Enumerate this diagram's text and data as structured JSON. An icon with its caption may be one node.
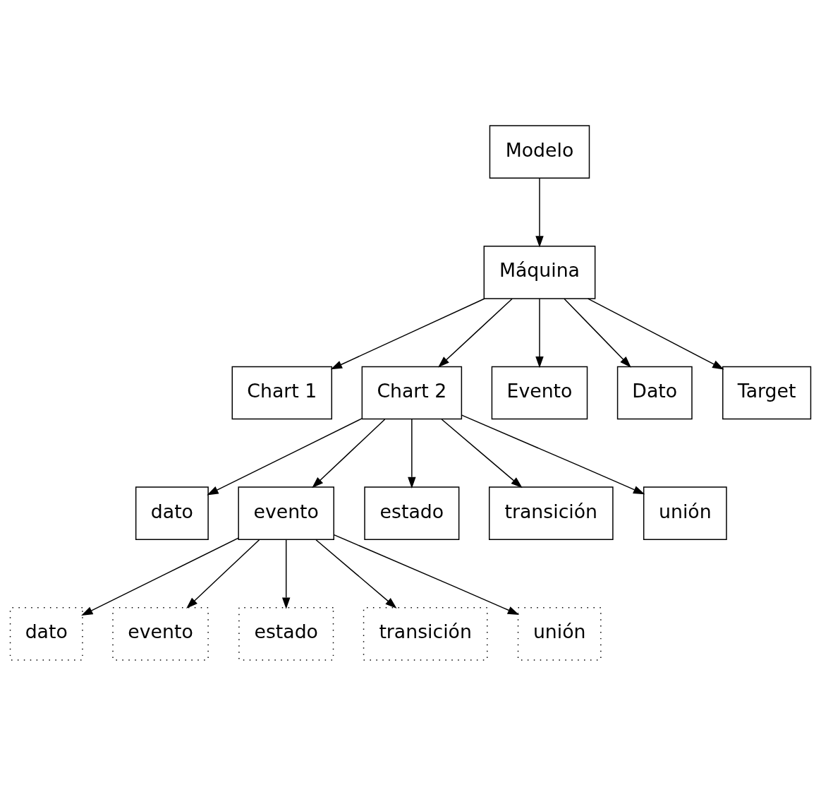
{
  "diagram": {
    "nodes": [
      {
        "text": [
          "Modelo"
        ]
      },
      {
        "text": [
          "Máquina"
        ]
      },
      {
        "text": [
          "Chart 1"
        ]
      },
      {
        "text": [
          "Chart 2"
        ]
      },
      {
        "text": [
          "Evento"
        ]
      },
      {
        "text": [
          "Dato"
        ]
      },
      {
        "text": [
          "Target"
        ]
      },
      {
        "text": [
          "dato"
        ]
      },
      {
        "text": [
          "evento"
        ]
      },
      {
        "text": [
          "estado"
        ]
      },
      {
        "text": [
          "transición"
        ]
      },
      {
        "text": [
          "unión"
        ]
      },
      {
        "text": [
          "dato"
        ]
      },
      {
        "text": [
          "evento"
        ]
      },
      {
        "text": [
          "estado"
        ]
      },
      {
        "text": [
          "transición"
        ]
      },
      {
        "text": [
          "unión"
        ]
      }
    ],
    "edges": [
      {
        "from": 0,
        "to": 1,
        "arrow": "to"
      },
      {
        "from": 1,
        "to": 2,
        "arrow": "to"
      },
      {
        "from": 1,
        "to": 3,
        "arrow": "to"
      },
      {
        "from": 1,
        "to": 4,
        "arrow": "to"
      },
      {
        "from": 1,
        "to": 5,
        "arrow": "to"
      },
      {
        "from": 1,
        "to": 6,
        "arrow": "to"
      },
      {
        "from": 3,
        "to": 7,
        "arrow": "to"
      },
      {
        "from": 3,
        "to": 8,
        "arrow": "to"
      },
      {
        "from": 3,
        "to": 9,
        "arrow": "to"
      },
      {
        "from": 3,
        "to": 10,
        "arrow": "to"
      },
      {
        "from": 3,
        "to": 11,
        "arrow": "to"
      },
      {
        "from": 8,
        "to": 12,
        "arrow": "to"
      },
      {
        "from": 8,
        "to": 13,
        "arrow": "to"
      },
      {
        "from": 8,
        "to": 14,
        "arrow": "to"
      },
      {
        "from": 8,
        "to": 15,
        "arrow": "to"
      },
      {
        "from": 8,
        "to": 16,
        "arrow": "to"
      }
    ]
  }
}
